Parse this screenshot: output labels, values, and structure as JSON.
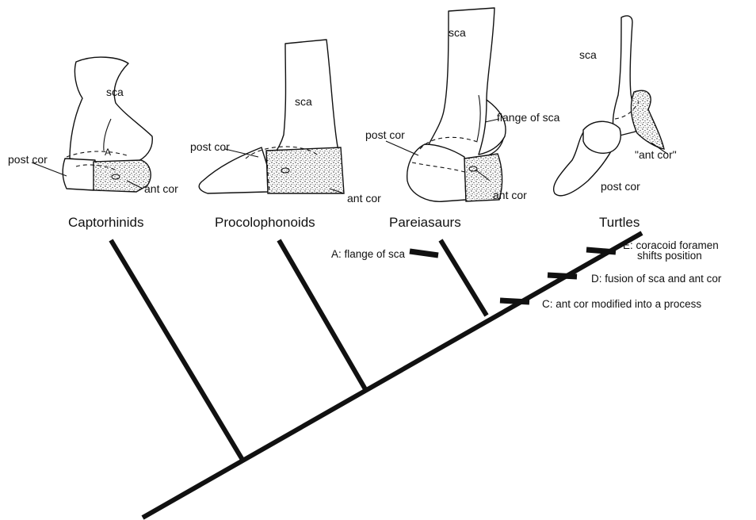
{
  "taxa": {
    "captorhinids": "Captorhinids",
    "procolophonoids": "Procolophonoids",
    "pareiasaurs": "Pareiasaurs",
    "turtles": "Turtles"
  },
  "bone_labels": {
    "captorhinids": {
      "sca": "sca",
      "a": "A",
      "post_cor": "post cor",
      "ant_cor": "ant cor"
    },
    "procolophonoids": {
      "sca": "sca",
      "post_cor": "post cor",
      "ant_cor": "ant cor"
    },
    "pareiasaurs": {
      "sca": "sca",
      "flange": "flange of sca",
      "post_cor": "post cor",
      "ant_cor": "ant cor"
    },
    "turtles": {
      "sca": "sca",
      "ant_cor": "\"ant cor\"",
      "post_cor": "post cor"
    }
  },
  "characters": {
    "a": "A: flange of sca",
    "c": "C: ant cor modified into a process",
    "d": "D: fusion of sca and ant cor",
    "e_line1": "E: coracoid foramen",
    "e_line2": "shifts position"
  }
}
